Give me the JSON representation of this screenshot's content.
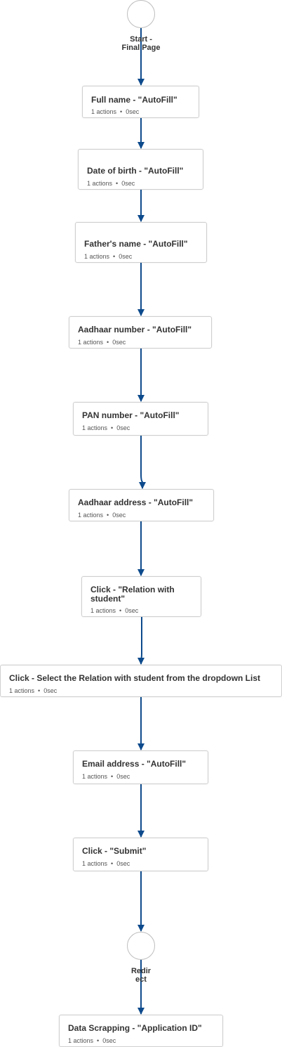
{
  "flow": {
    "start": {
      "label": "Start - Final Page"
    },
    "redirect": {
      "label": "Redirect"
    },
    "steps": [
      {
        "title": "Full name  - \"AutoFill\"",
        "actions": "1 actions",
        "time": "0sec"
      },
      {
        "title": "Date of birth - \"AutoFill\"",
        "actions": "1 actions",
        "time": "0sec"
      },
      {
        "title": "Father's name - \"AutoFill\"",
        "actions": "1 actions",
        "time": "0sec"
      },
      {
        "title": "Aadhaar number - \"AutoFill\"",
        "actions": "1 actions",
        "time": "0sec"
      },
      {
        "title": "PAN number - \"AutoFill\"",
        "actions": "1 actions",
        "time": "0sec"
      },
      {
        "title": "Aadhaar address - \"AutoFill\"",
        "actions": "1 actions",
        "time": "0sec"
      },
      {
        "title": "Click - \"Relation with student\"",
        "actions": "1 actions",
        "time": "0sec"
      },
      {
        "title": "Click -  Select the Relation with student from the dropdown List",
        "actions": "1 actions",
        "time": "0sec"
      },
      {
        "title": "Email address - \"AutoFill\"",
        "actions": "1 actions",
        "time": "0sec"
      },
      {
        "title": "Click - \"Submit\"",
        "actions": "1 actions",
        "time": "0sec"
      },
      {
        "title": "Data Scrapping  - \"Application ID\"",
        "actions": "1 actions",
        "time": "0sec"
      }
    ],
    "colors": {
      "edge": "#0d4a8c",
      "node_border": "#cfcfcf"
    }
  }
}
